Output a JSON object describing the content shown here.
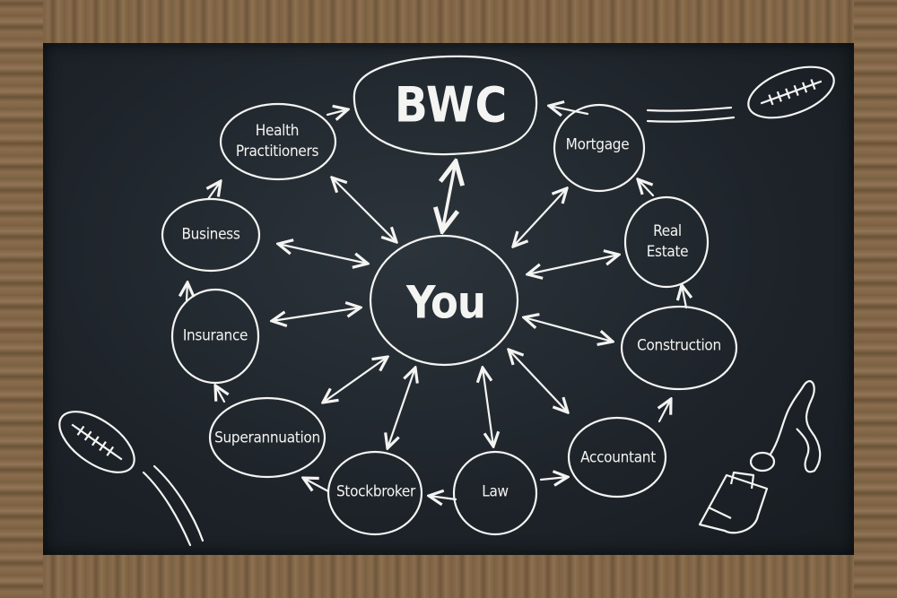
{
  "hub": "You",
  "top": "BWC",
  "nodes": {
    "health": [
      "Health",
      "Practitioners"
    ],
    "business": "Business",
    "insurance": "Insurance",
    "superannuation": "Superannuation",
    "stockbroker": "Stockbroker",
    "law": "Law",
    "accountant": "Accountant",
    "construction": "Construction",
    "real_estate": [
      "Real",
      "Estate"
    ],
    "mortgage": "Mortgage"
  },
  "colors": {
    "chalk": "#f4f4f2",
    "slate": "#1f262c",
    "wood": "#7d6244"
  },
  "decorations": [
    "football-icon",
    "whistle-icon"
  ]
}
